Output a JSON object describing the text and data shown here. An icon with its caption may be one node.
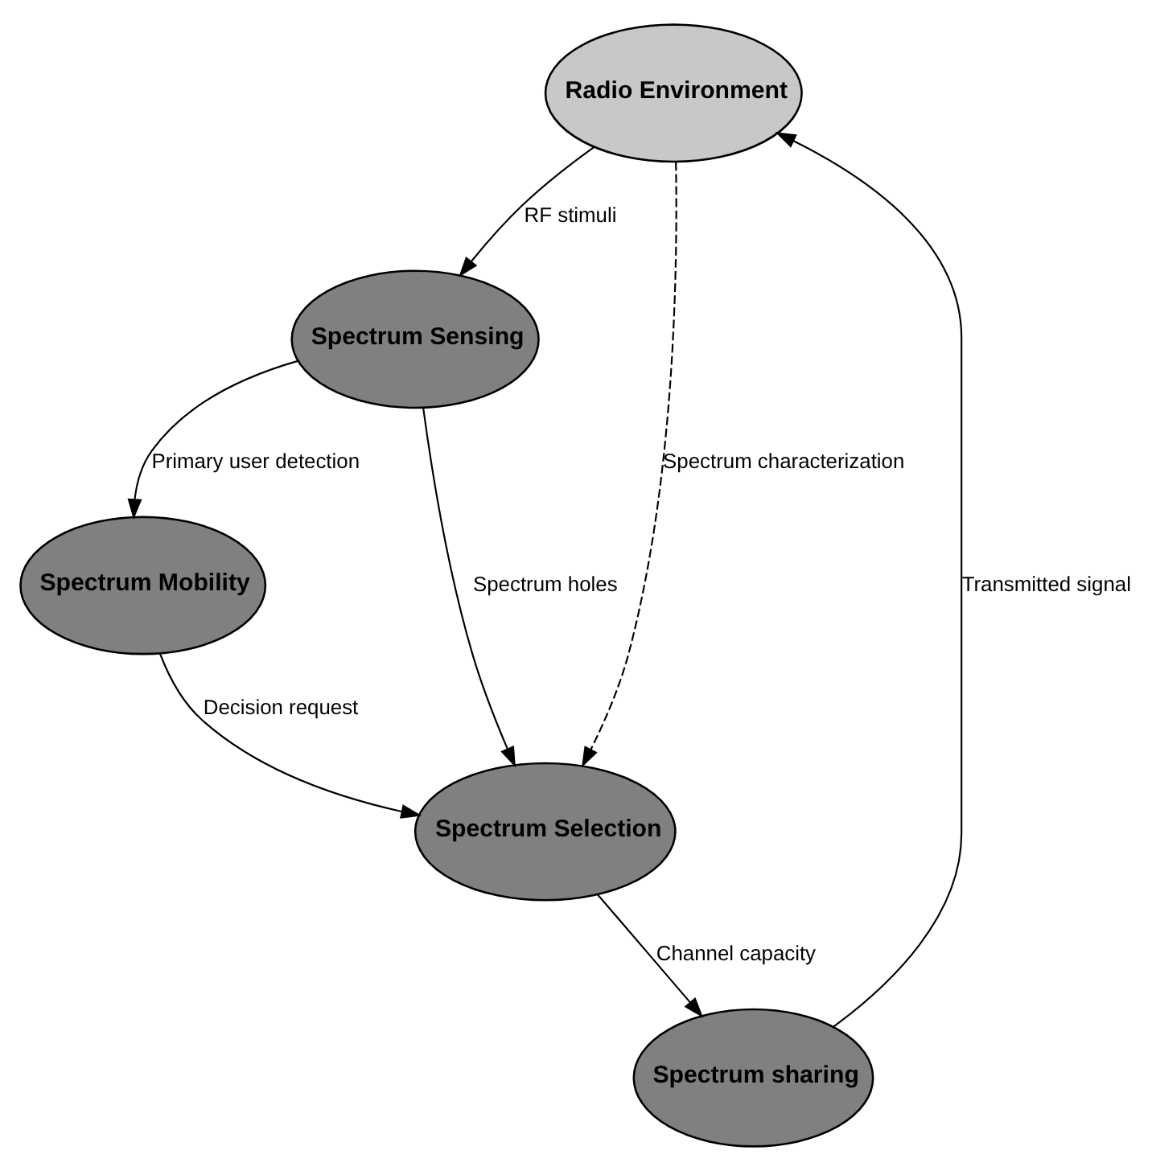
{
  "diagram": {
    "nodes": [
      {
        "text": [
          "Radio Environment"
        ]
      },
      {
        "text": [
          "Spectrum Sensing"
        ]
      },
      {
        "text": [
          "Spectrum sharing"
        ]
      },
      {
        "text": [
          "Spectrum Mobility"
        ]
      },
      {
        "text": [
          "Spectrum Selection"
        ]
      }
    ],
    "edges": [
      {
        "from": 0,
        "to": 1,
        "arrow": "to",
        "label": "RF stimuli"
      },
      {
        "from": 1,
        "to": 3,
        "arrow": "to",
        "label": "Primary user detection"
      },
      {
        "from": 1,
        "to": 4,
        "arrow": "to",
        "label": "Spectrum holes"
      },
      {
        "from": 0,
        "to": 4,
        "arrow": "to",
        "label": "Spectrum characterization",
        "style": "dashed"
      },
      {
        "from": 3,
        "to": 4,
        "arrow": "to",
        "label": "Decision request"
      },
      {
        "from": 4,
        "to": 2,
        "arrow": "to",
        "label": "Channel capacity"
      },
      {
        "from": 2,
        "to": 0,
        "arrow": "to",
        "label": "Transmitted signal"
      }
    ]
  }
}
